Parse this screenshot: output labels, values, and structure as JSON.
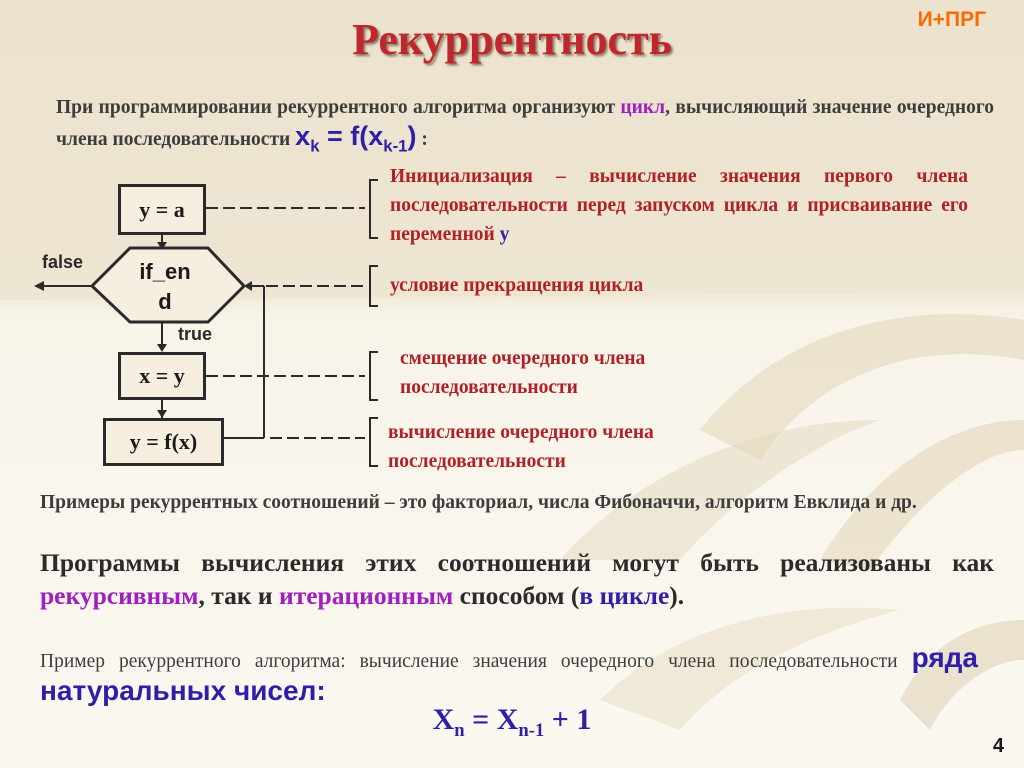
{
  "title": "Рекуррентность",
  "corner_label": "И+ПРГ",
  "intro": {
    "text1": "При программировании рекуррентного алгоритма организуют ",
    "word_cycle": "цикл",
    "text2": ", вычисляющий значение очередного члена последовательности ",
    "formula_x": "x",
    "formula_k": "k",
    "formula_mid": " = f(x",
    "formula_km1": "k-1",
    "formula_end": ")",
    "text_end": " :"
  },
  "flowchart": {
    "box_init": "y = a",
    "diamond_line1": "if_en",
    "diamond_line2": "d",
    "false_label": "false",
    "true_label": "true",
    "box_shift": "x = y",
    "box_compute": "y = f(x)"
  },
  "annotations": {
    "init_text": "Инициализация – вычисление значения первого члена последовательности перед запуском цикла и присваивание его переменной ",
    "init_var": "y",
    "condition": "условие прекращения цикла",
    "shift_line1": "смещение очередного члена",
    "shift_line2": "последовательности",
    "compute_line1": "вычисление очередного члена",
    "compute_line2": "последовательности"
  },
  "examples": "Примеры рекуррентных соотношений – это факториал, числа Фибоначчи, алгоритм Евклида и др.",
  "programs": {
    "text1": "Программы вычисления этих соотношений могут быть реализованы как ",
    "recursive": "рекурсивным",
    "text2": ", так и ",
    "iterative": "итерационным",
    "text3": " способом (",
    "in_cycle": "в цикле",
    "text4": ")."
  },
  "example_algo": {
    "text": "Пример рекуррентного алгоритма: вычисление значения очередного члена последовательности ",
    "highlight": "ряда натуральных чисел:"
  },
  "final_formula": {
    "x": "X",
    "n": "n",
    "eq": " = X",
    "nm1": "n-1",
    "plus": " + 1"
  },
  "page_number": "4",
  "colors": {
    "title": "#c0272d",
    "accent_orange": "#ff6a00",
    "annotation_red": "#b02025",
    "purple": "#a01fc0",
    "blue": "#2f1fa8"
  }
}
